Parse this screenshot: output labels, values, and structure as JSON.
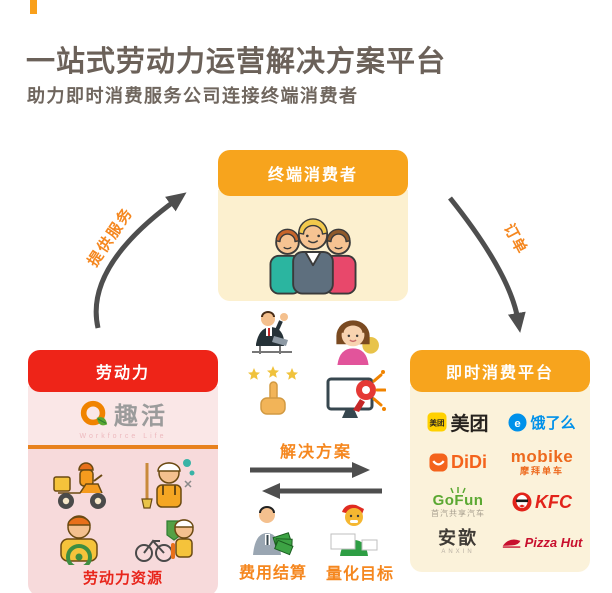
{
  "header": {
    "title": "一站式劳动力运营解决方案平台",
    "subtitle": "助力即时消费服务公司连接终端消费者"
  },
  "consumer_box": {
    "title": "终端消费者"
  },
  "labor_box": {
    "title": "劳动力",
    "brand": "趣活",
    "tagline": "Workforce Life",
    "footer": "劳动力资源"
  },
  "platform_box": {
    "title": "即时消费平台",
    "logos": [
      {
        "name": "美团"
      },
      {
        "name": "饿了么"
      },
      {
        "name": "DiDi"
      },
      {
        "name": "mobike",
        "sub": "摩拜单车"
      },
      {
        "name": "GoFun",
        "sub": "首汽共享汽车"
      },
      {
        "name": "KFC"
      },
      {
        "name": "安歆",
        "sub": "ANXIN"
      },
      {
        "name": "Pizza Hut"
      }
    ]
  },
  "flows": {
    "provide_service": "提供服务",
    "orders": "订单",
    "solution": "解决方案",
    "fee_settlement": "费用结算",
    "quantified_goals": "量化目标"
  },
  "colors": {
    "header_orange": "#F7A41D",
    "header_red": "#EE2418",
    "cream_body": "#FBF2DA",
    "pink_body": "#F7DADB",
    "divider_orange": "#E8821E",
    "flow_label_orange": "#F5871F",
    "arrow_gray": "#4E4E4E",
    "footer_red": "#E8251B",
    "title_gray": "#6B6159",
    "brand_gray": "#9B9B9B",
    "meituan_yellow": "#FFD100",
    "eleme_blue": "#0091EA",
    "didi_orange": "#F4631C",
    "mobike_orange": "#ED6A1E",
    "gofun_green": "#5BA832",
    "kfc_red": "#E2231A",
    "pizzahut_red": "#C8102E"
  }
}
